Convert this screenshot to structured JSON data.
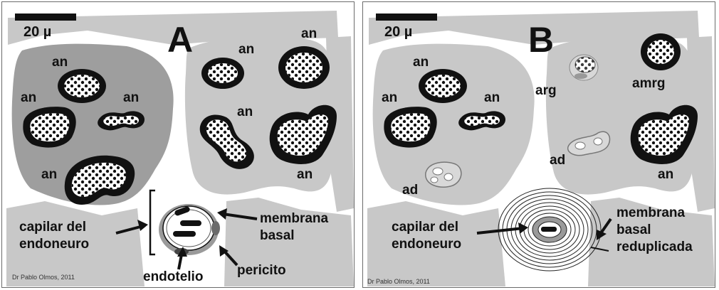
{
  "panel_a": {
    "letter": "A",
    "scale_label": "20 µ",
    "fiber_label": "an",
    "capillary_label": [
      "capilar del",
      "endoneuro"
    ],
    "membrane_label": [
      "membrana",
      "basal"
    ],
    "endothelium_label": "endotelio",
    "pericyte_label": "pericito",
    "credit": "Dr Pablo Olmos, 2011"
  },
  "panel_b": {
    "letter": "B",
    "scale_label": "20 µ",
    "fiber_label": "an",
    "arg_label": "arg",
    "amrg_label": "amrg",
    "ad_label": "ad",
    "capillary_label": [
      "capilar del",
      "endoneuro"
    ],
    "membrane_label": [
      "membrana",
      "basal",
      "reduplicada"
    ],
    "credit": "Dr Pablo Olmos, 2011"
  },
  "colors": {
    "fascicle_gray": "#c8c8c8",
    "fascicle_dark": "#9a9a9a",
    "myelin": "#111111",
    "axon": "#ffffff"
  }
}
